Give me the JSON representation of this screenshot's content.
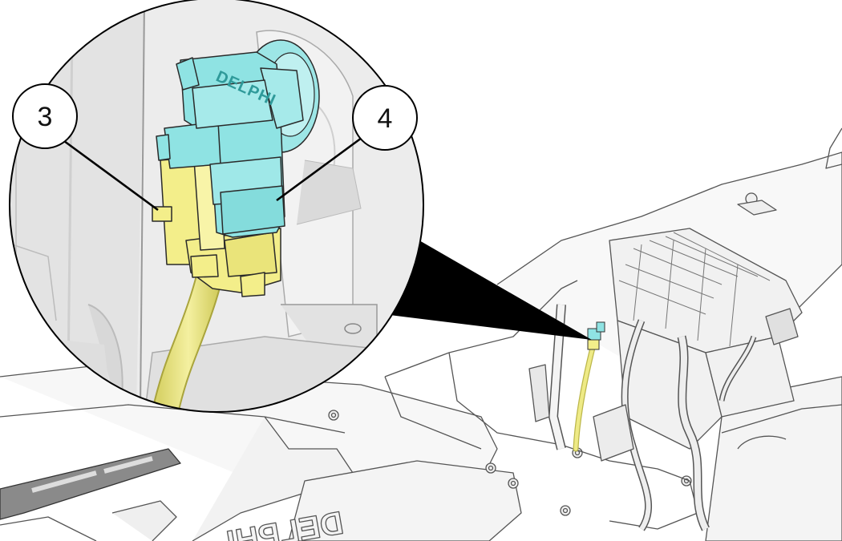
{
  "figure": {
    "callouts": [
      {
        "id": "3",
        "label": "3"
      },
      {
        "id": "4",
        "label": "4"
      }
    ],
    "connector_marking": "DELPHI",
    "hood_marking": "DELPHI",
    "colors": {
      "connector_body": "#8fe3e3",
      "lock_tab": "#f3ee8a",
      "wire": "#eeea86",
      "leader": "#000000",
      "detail_background": "#ececec",
      "line_art": "#555555"
    }
  }
}
